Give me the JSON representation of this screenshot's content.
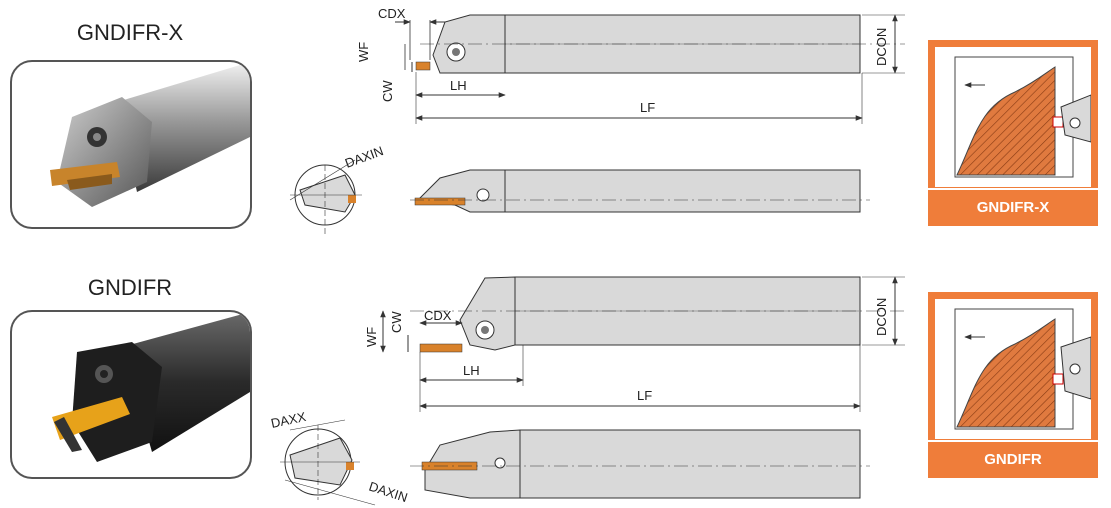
{
  "top_variant": {
    "name": "GNDIFR-X",
    "dims": {
      "cdx": "CDX",
      "wf": "WF",
      "cw": "CW",
      "lh": "LH",
      "lf": "LF",
      "dcon": "DCON",
      "daxin": "DAXIN"
    },
    "badge_label": "GNDIFR-X"
  },
  "bottom_variant": {
    "name": "GNDIFR",
    "dims": {
      "cdx": "CDX",
      "wf": "WF",
      "cw": "CW",
      "lh": "LH",
      "lf": "LF",
      "dcon": "DCON",
      "daxx": "DAXX",
      "daxin": "DAXIN"
    },
    "badge_label": "GNDIFR"
  },
  "colors": {
    "accent": "#ef7d3a",
    "insert": "#d9822b",
    "body": "#d9d9d9"
  }
}
